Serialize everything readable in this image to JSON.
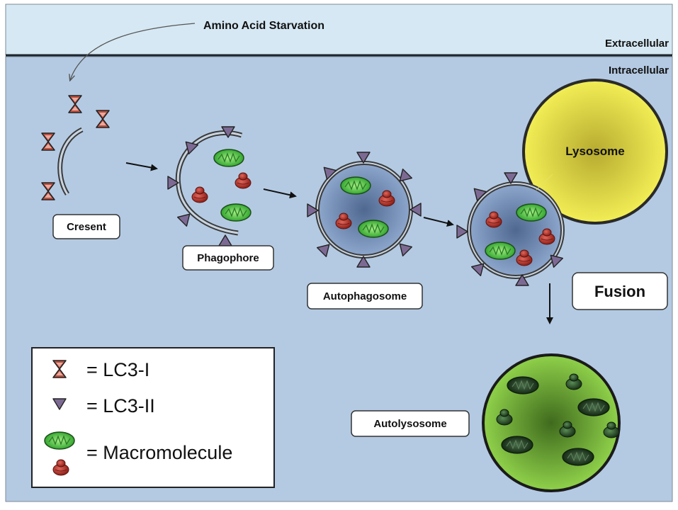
{
  "regions": {
    "extracellular": "Extracellular",
    "intracellular": "Intracellular"
  },
  "trigger": "Amino Acid Starvation",
  "stages": {
    "cresent": "Cresent",
    "phagophore": "Phagophore",
    "autophagosome": "Autophagosome",
    "autolysosome": "Autolysosome"
  },
  "lysosome": "Lysosome",
  "fusion": "Fusion",
  "legend": {
    "lc3_1": "= LC3-I",
    "lc3_2": "= LC3-II",
    "macromolecule": "= Macromolecule"
  },
  "colors": {
    "extracellular_bg": "#d6e8f3",
    "intracellular_bg": "#b4cae3",
    "lc3_1": "#c0503e",
    "lc3_2": "#7d6a94",
    "macromolecule_green": "#4fc34a",
    "protein_red": "#c0392b",
    "lysosome": "#ece64a",
    "autolysosome": "#78b83a",
    "vesicle": "#6c88b5"
  }
}
